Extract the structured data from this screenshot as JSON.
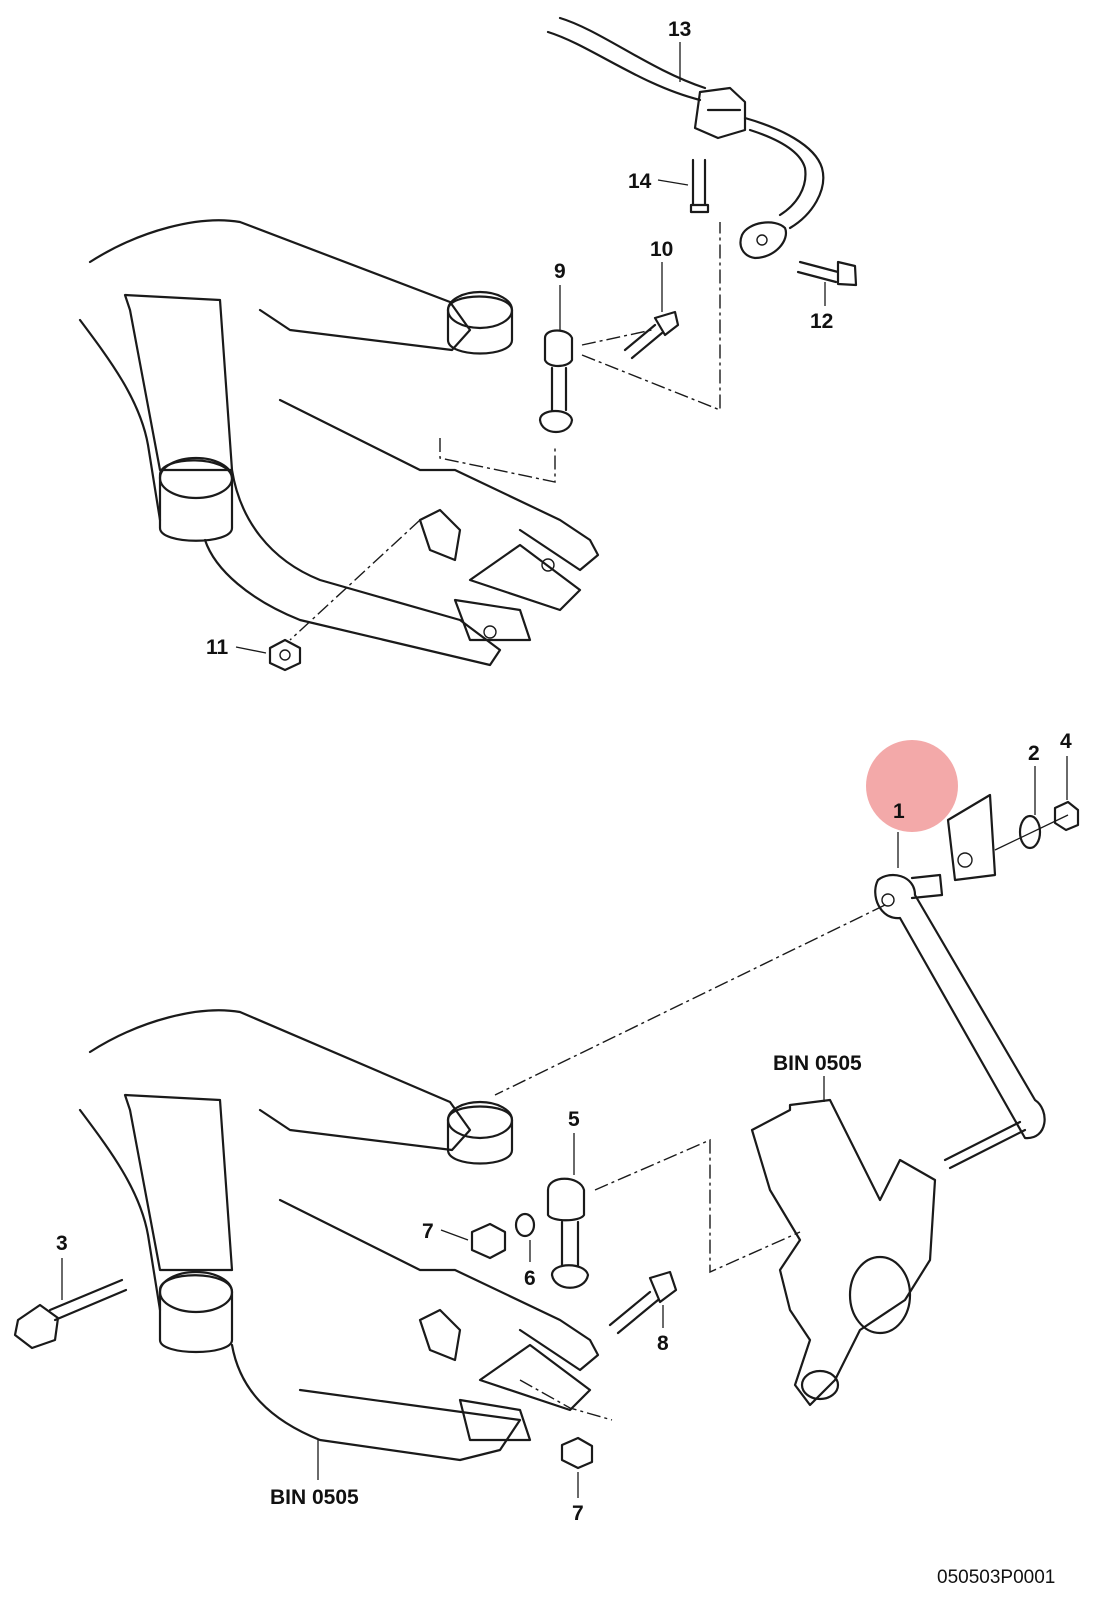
{
  "callouts": {
    "c1": "1",
    "c2": "2",
    "c3": "3",
    "c4": "4",
    "c5": "5",
    "c6": "6",
    "c7a": "7",
    "c7b": "7",
    "c8": "8",
    "c9": "9",
    "c10": "10",
    "c11": "11",
    "c12": "12",
    "c13": "13",
    "c14": "14"
  },
  "references": {
    "bin_knuckle": "BIN 0505",
    "bin_arm": "BIN 0505"
  },
  "drawing_code": "050503P0001",
  "highlight": {
    "color": "#f19a9a",
    "part": "1"
  }
}
